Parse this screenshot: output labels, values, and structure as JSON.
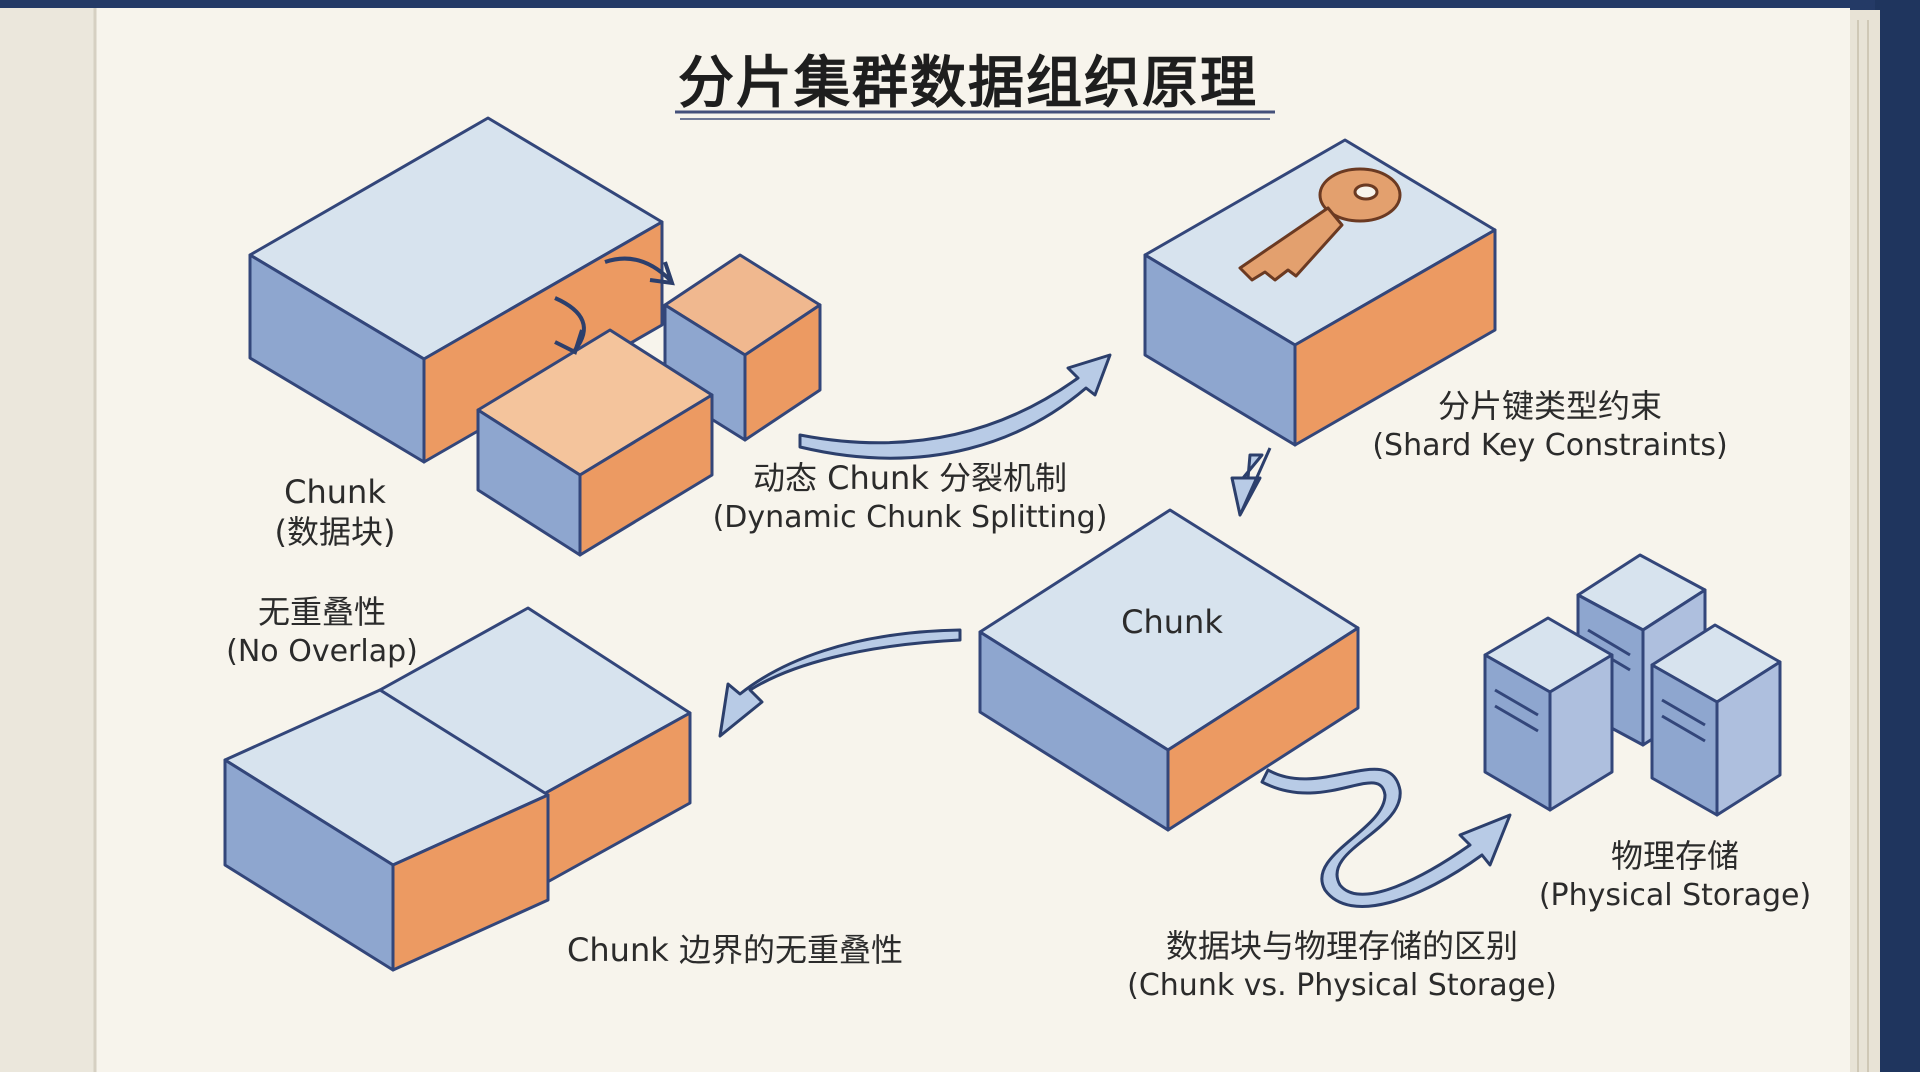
{
  "title": "分片集群数据组织原理",
  "colors": {
    "page": "#f7f4ec",
    "blue_top": "#d7e3ee",
    "blue_side": "#8ea6cf",
    "orange_side": "#ec9a62",
    "outline": "#33467a",
    "arrow_fill": "#b8cbe6",
    "key": "#e3a06e"
  },
  "labels": {
    "chunk": {
      "line1": "Chunk",
      "line2": "(数据块)"
    },
    "splitting": {
      "line1": "动态 Chunk 分裂机制",
      "line2": "(Dynamic Chunk Splitting)"
    },
    "shard_key": {
      "line1": "分片键类型约束",
      "line2": "(Shard Key Constraints)"
    },
    "center_chunk": "Chunk",
    "no_overlap": {
      "line1": "无重叠性",
      "line2": "(No Overlap)"
    },
    "boundary": "Chunk 边界的无重叠性",
    "physical": {
      "line1": "物理存储",
      "line2": "(Physical Storage)"
    },
    "chunk_vs": {
      "line1": "数据块与物理存储的区别",
      "line2": "(Chunk vs. Physical Storage)"
    }
  },
  "icons": [
    "key-icon",
    "server-icon"
  ]
}
